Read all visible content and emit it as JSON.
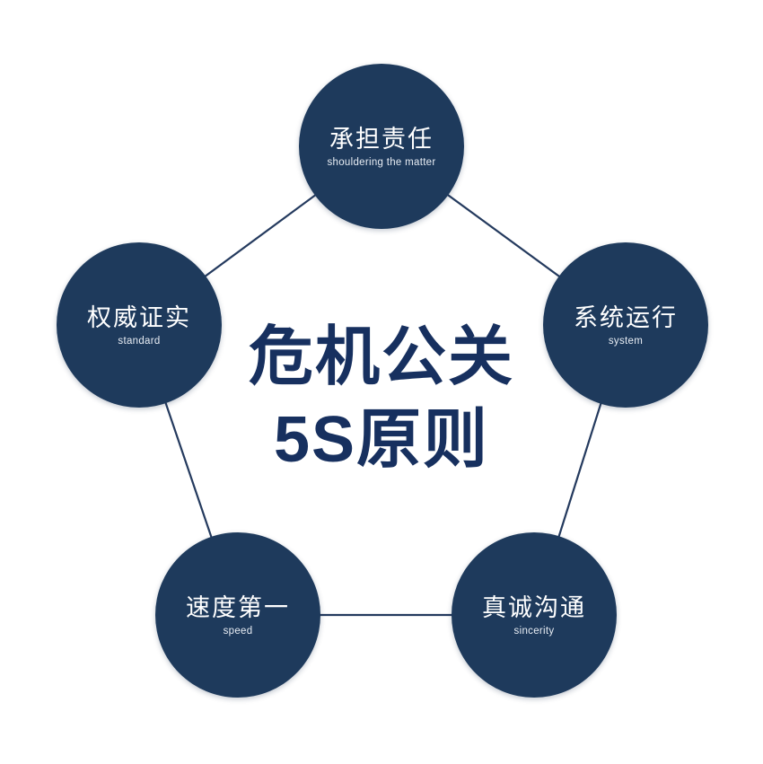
{
  "title": {
    "line1": "危机公关",
    "line2": "5S原则"
  },
  "nodes": [
    {
      "position": "top",
      "zh": "承担责任",
      "en": "shouldering the matter"
    },
    {
      "position": "right",
      "zh": "系统运行",
      "en": "system"
    },
    {
      "position": "bottom-right",
      "zh": "真诚沟通",
      "en": "sincerity"
    },
    {
      "position": "bottom-left",
      "zh": "速度第一",
      "en": "speed"
    },
    {
      "position": "left",
      "zh": "权威证实",
      "en": "standard"
    }
  ],
  "colors": {
    "circle_fill": "#1e3a5c",
    "title_text": "#17305f",
    "connector_line": "#243a5e",
    "node_text": "#ffffff"
  }
}
